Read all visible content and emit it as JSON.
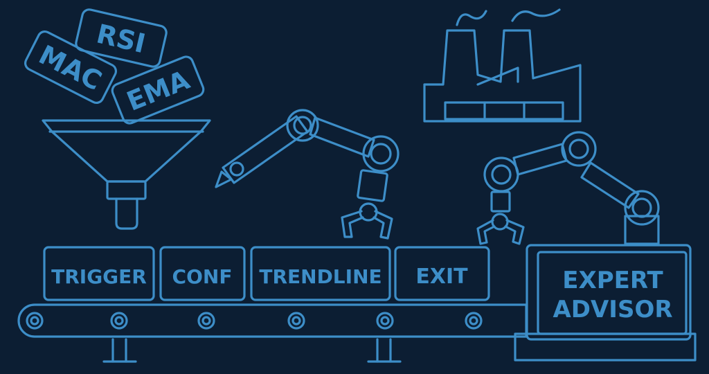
{
  "colors": {
    "background": "#0c1e33",
    "line": "#3d8ec8"
  },
  "indicator_tags": [
    {
      "label": "RSI"
    },
    {
      "label": "MAC"
    },
    {
      "label": "EMA"
    }
  ],
  "conveyor_modules": [
    {
      "label": "TRIGGER"
    },
    {
      "label": "CONF"
    },
    {
      "label": "TRENDLINE"
    },
    {
      "label": "EXIT"
    }
  ],
  "output_box": {
    "line1": "EXPERT",
    "line2": "ADVISOR"
  }
}
